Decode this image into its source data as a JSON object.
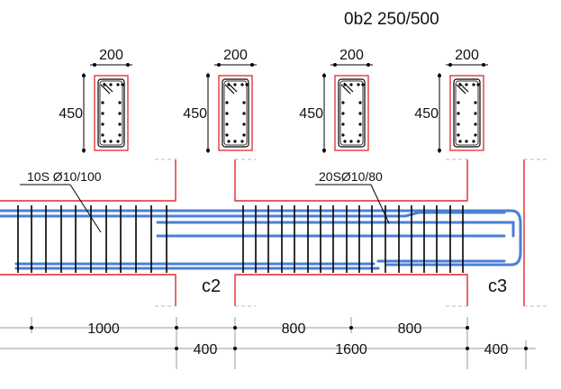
{
  "drawing": {
    "title": "0b2 250/500",
    "column_labels": [
      "c2",
      "c3"
    ],
    "stirrup_notes": [
      "10S Ø10/100",
      "20SØ10/80"
    ]
  },
  "sections": [
    {
      "width_label": "200",
      "height_label": "450"
    },
    {
      "width_label": "200",
      "height_label": "450"
    },
    {
      "width_label": "200",
      "height_label": "450"
    },
    {
      "width_label": "200",
      "height_label": "450"
    }
  ],
  "dimensions": {
    "row1": [
      "1000",
      "800",
      "800"
    ],
    "row2": [
      "400",
      "1600",
      "400"
    ]
  },
  "colors": {
    "outline": "#e0282a",
    "rebar": "#4a7fd4",
    "stirrup": "#000000",
    "text": "#111111",
    "dim_line": "#999999"
  }
}
